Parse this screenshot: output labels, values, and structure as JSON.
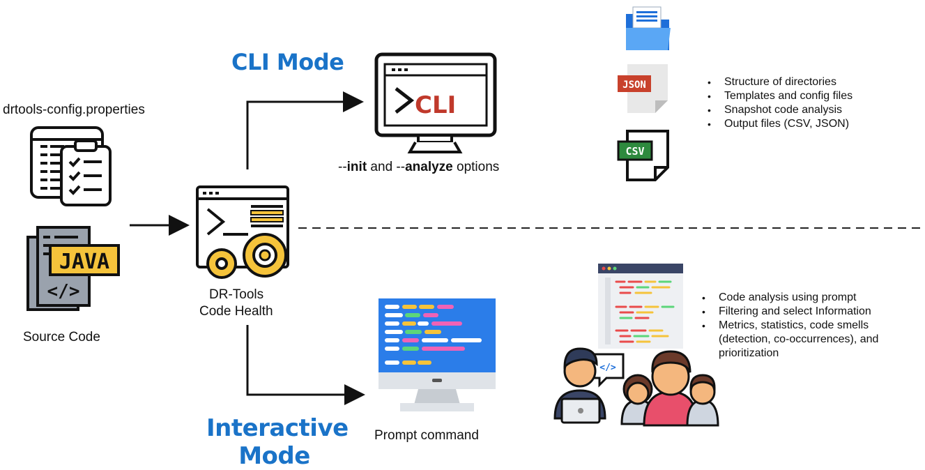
{
  "cli_mode_title": "CLI Mode",
  "interactive_mode_title_line1": "Interactive",
  "interactive_mode_title_line2": "Mode",
  "config_file_label": "drtools-config.properties",
  "source_code_label": "Source Code",
  "tool_label_line1": "DR-Tools",
  "tool_label_line2": "Code Health",
  "cli_icon_text": "CLI",
  "java_icon_text": "JAVA",
  "json_icon_text": "JSON",
  "csv_icon_text": "CSV",
  "cli_options": {
    "prefix1": "--",
    "init": "init",
    "middle": " and --",
    "analyze": "analyze",
    "suffix": " options"
  },
  "prompt_label": "Prompt command",
  "cli_outputs": [
    "Structure of directories",
    "Templates and config files",
    "Snapshot code analysis",
    "Output files (CSV, JSON)"
  ],
  "interactive_outputs": [
    "Code analysis using prompt",
    "Filtering and select Information",
    "Metrics, statistics, code smells (detection, co-occurrences), and prioritization"
  ],
  "colors": {
    "mode_title": "#1a73c8",
    "accent_red": "#c0392b",
    "accent_yellow": "#f5c33b",
    "screen_blue": "#2b7de9"
  }
}
